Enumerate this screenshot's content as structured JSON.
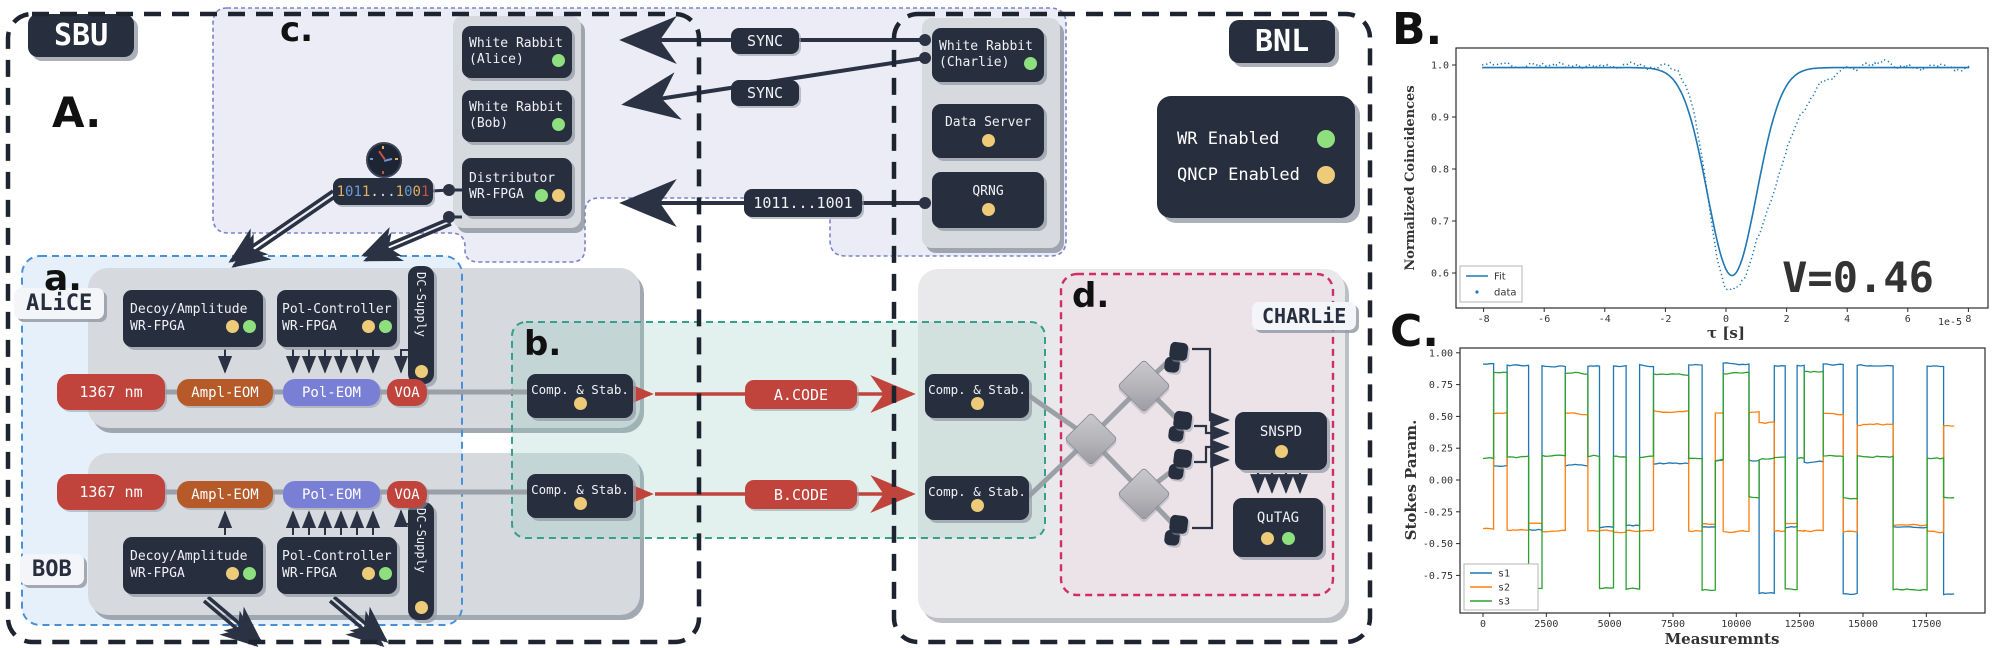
{
  "colors": {
    "green": "#8ee07e",
    "yellow": "#eecb79",
    "navy": "#2a3244",
    "red": "#c0443c",
    "ampl_eom": "#b55a28",
    "pol_eom": "#7a7fd6",
    "box": "#272e3e"
  },
  "badges": {
    "sbu": "SBU",
    "bnl": "BNL",
    "alice": "ALiCE",
    "bob": "BOB",
    "charlie": "CHARLiE"
  },
  "panel_labels": {
    "A": "A.",
    "a": "a.",
    "b": "b.",
    "c": "c.",
    "d": "d.",
    "B": "B.",
    "C": "C."
  },
  "legend": {
    "wr": "WR Enabled",
    "qncp": "QNCP Enabled"
  },
  "devices": {
    "white_rabbit": "White Rabbit",
    "alice_sub": "(Alice)",
    "bob_sub": "(Bob)",
    "charlie_sub": "(Charlie)",
    "distributor": "Distributor",
    "wr_fpga": "WR-FPGA",
    "data_server": "Data Server",
    "qrng": "QRNG",
    "decoy": "Decoy/Amplitude",
    "pol_controller": "Pol-Controller",
    "laser": "1367 nm",
    "ampl_eom": "Ampl-EOM",
    "pol_eom": "Pol-EOM",
    "voa": "VOA",
    "dc_supply": "DC-Supply",
    "comp_stab": "Comp. & Stab.",
    "snspd": "SNSPD",
    "qutag": "QuTAG"
  },
  "connections": {
    "sync": "SYNC",
    "bits": "1011...1001",
    "a_code": "A.CODE",
    "b_code": "B.CODE",
    "bits_chars": [
      [
        "1",
        "#e0b05e"
      ],
      [
        "0",
        "#6b9bd2"
      ],
      [
        "1",
        "#6b9bd2"
      ],
      [
        "1",
        "#e0b05e"
      ],
      [
        ".",
        "#d8dde6"
      ],
      [
        ".",
        "#d8dde6"
      ],
      [
        ".",
        "#d8dde6"
      ],
      [
        "1",
        "#e0b05e"
      ],
      [
        "0",
        "#6b9bd2"
      ],
      [
        "0",
        "#e0b05e"
      ],
      [
        "1",
        "#c9504a"
      ]
    ]
  },
  "chart_data": [
    {
      "id": "B",
      "type": "line",
      "title": "",
      "xlabel": "τ [s]",
      "ylabel": "Normalized Coincidences",
      "x_offset_label": "1e-5",
      "annotation": "V=0.46",
      "xlim": [
        -8.9,
        8.7
      ],
      "ylim": [
        0.533,
        1.033
      ],
      "xticks": [
        -8,
        -6,
        -4,
        -2,
        0,
        2,
        4,
        6,
        8
      ],
      "yticks": [
        0.6,
        0.7,
        0.8,
        0.9,
        1.0
      ],
      "legend": [
        "Fit",
        "data"
      ],
      "grid": false,
      "legend_position": "lower left",
      "line_color": "#1f77b4",
      "fit": {
        "baseline": 0.995,
        "depth": 0.4,
        "center": 0.2,
        "sigma": 1.15
      },
      "data": {
        "baseline": 1.0,
        "depth": 0.435,
        "center": 0.1,
        "sigma_left": 0.95,
        "sigma_right": 1.9,
        "noise": 0.004,
        "seed": 11
      }
    },
    {
      "id": "C",
      "type": "line",
      "xlabel": "Measuremnts",
      "ylabel": "Stokes Param.",
      "xlim": [
        -900,
        19800
      ],
      "ylim": [
        -1.04,
        1.04
      ],
      "xticks": [
        0,
        2500,
        5000,
        7500,
        10000,
        12500,
        15000,
        17500
      ],
      "yticks": [
        1.0,
        0.75,
        0.5,
        0.25,
        0.0,
        -0.25,
        -0.5,
        -0.75
      ],
      "legend": [
        "s1",
        "s2",
        "s3"
      ],
      "legend_position": "lower left",
      "grid": false,
      "colors": [
        "#1f77b4",
        "#ff7f0e",
        "#2ca02c"
      ],
      "noise": 0.012,
      "seed": 42,
      "breaks": [
        0,
        420,
        950,
        1800,
        2330,
        3250,
        4140,
        4600,
        5150,
        5650,
        6180,
        6730,
        8120,
        8650,
        9170,
        9480,
        10500,
        10900,
        11500,
        11930,
        12400,
        12680,
        13430,
        14220,
        14770,
        16190,
        17530,
        18180,
        18600
      ],
      "series": [
        {
          "name": "s1",
          "values": [
            0.91,
            0.11,
            0.9,
            -0.39,
            0.9,
            0.12,
            0.9,
            -0.37,
            0.9,
            -0.36,
            0.9,
            0.13,
            0.9,
            -0.37,
            0.15,
            0.91,
            0.15,
            -0.89,
            0.9,
            -0.37,
            0.9,
            0.14,
            0.91,
            -0.89,
            0.9,
            -0.37,
            0.9,
            -0.89
          ]
        },
        {
          "name": "s2",
          "values": [
            -0.38,
            0.53,
            -0.39,
            -0.34,
            -0.4,
            0.52,
            -0.4,
            -0.4,
            -0.41,
            -0.4,
            -0.4,
            0.54,
            -0.4,
            -0.34,
            0.53,
            -0.4,
            0.53,
            0.45,
            -0.4,
            -0.34,
            -0.4,
            -0.4,
            0.52,
            -0.4,
            0.44,
            -0.36,
            -0.41,
            0.43
          ]
        },
        {
          "name": "s3",
          "values": [
            0.17,
            0.84,
            0.18,
            -0.85,
            0.19,
            0.84,
            0.19,
            -0.85,
            0.18,
            -0.86,
            0.18,
            0.83,
            0.17,
            -0.86,
            0.16,
            0.84,
            -0.13,
            0.17,
            0.17,
            -0.86,
            0.17,
            0.85,
            0.19,
            -0.14,
            0.19,
            -0.86,
            0.17,
            -0.14
          ]
        }
      ]
    }
  ]
}
